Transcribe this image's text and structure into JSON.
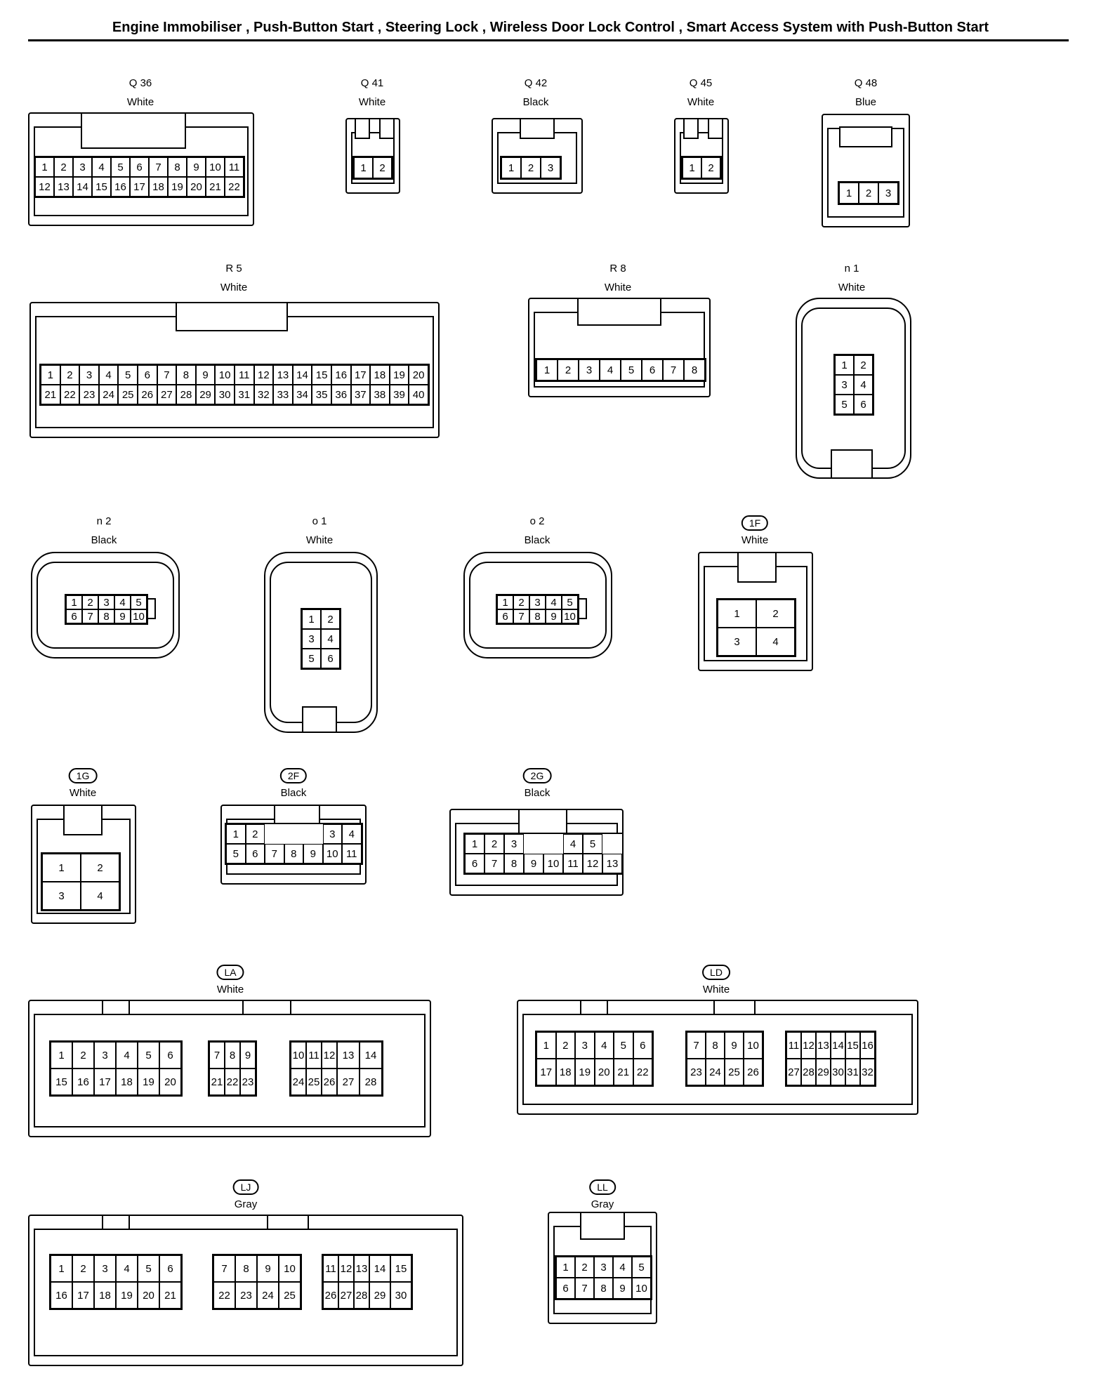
{
  "page_title": "Engine Immobiliser , Push-Button Start , Steering Lock , Wireless Door Lock Control , Smart Access System with Push-Button Start",
  "connectors": [
    {
      "id": "Q36",
      "code": "Q 36",
      "ringed": false,
      "color": "White",
      "rows": [
        [
          "1",
          "2",
          "3",
          "4",
          "5",
          "6",
          "7",
          "8",
          "9",
          "10",
          "11"
        ],
        [
          "12",
          "13",
          "14",
          "15",
          "16",
          "17",
          "18",
          "19",
          "20",
          "21",
          "22"
        ]
      ]
    },
    {
      "id": "Q41",
      "code": "Q 41",
      "ringed": false,
      "color": "White",
      "rows": [
        [
          "1",
          "2"
        ]
      ]
    },
    {
      "id": "Q42",
      "code": "Q 42",
      "ringed": false,
      "color": "Black",
      "rows": [
        [
          "1",
          "2",
          "3"
        ]
      ]
    },
    {
      "id": "Q45",
      "code": "Q 45",
      "ringed": false,
      "color": "White",
      "rows": [
        [
          "1",
          "2"
        ]
      ]
    },
    {
      "id": "Q48",
      "code": "Q 48",
      "ringed": false,
      "color": "Blue",
      "rows": [
        [
          "1",
          "2",
          "3"
        ]
      ]
    },
    {
      "id": "R5",
      "code": "R 5",
      "ringed": false,
      "color": "White",
      "rows": [
        [
          "1",
          "2",
          "3",
          "4",
          "5",
          "6",
          "7",
          "8",
          "9",
          "10",
          "11",
          "12",
          "13",
          "14",
          "15",
          "16",
          "17",
          "18",
          "19",
          "20"
        ],
        [
          "21",
          "22",
          "23",
          "24",
          "25",
          "26",
          "27",
          "28",
          "29",
          "30",
          "31",
          "32",
          "33",
          "34",
          "35",
          "36",
          "37",
          "38",
          "39",
          "40"
        ]
      ]
    },
    {
      "id": "R8",
      "code": "R 8",
      "ringed": false,
      "color": "White",
      "rows": [
        [
          "1",
          "2",
          "3",
          "4",
          "5",
          "6",
          "7",
          "8"
        ]
      ]
    },
    {
      "id": "n1",
      "code": "n 1",
      "ringed": false,
      "color": "White",
      "rows": [
        [
          "1",
          "2"
        ],
        [
          "3",
          "4"
        ],
        [
          "5",
          "6"
        ]
      ]
    },
    {
      "id": "n2",
      "code": "n 2",
      "ringed": false,
      "color": "Black",
      "rows": [
        [
          "1",
          "2",
          "3",
          "4",
          "5"
        ],
        [
          "6",
          "7",
          "8",
          "9",
          "10"
        ]
      ]
    },
    {
      "id": "o1",
      "code": "o 1",
      "ringed": false,
      "color": "White",
      "rows": [
        [
          "1",
          "2"
        ],
        [
          "3",
          "4"
        ],
        [
          "5",
          "6"
        ]
      ]
    },
    {
      "id": "o2",
      "code": "o 2",
      "ringed": false,
      "color": "Black",
      "rows": [
        [
          "1",
          "2",
          "3",
          "4",
          "5"
        ],
        [
          "6",
          "7",
          "8",
          "9",
          "10"
        ]
      ]
    },
    {
      "id": "1F",
      "code": "1F",
      "ringed": true,
      "color": "White",
      "rows": [
        [
          "1",
          "2"
        ],
        [
          "3",
          "4"
        ]
      ]
    },
    {
      "id": "1G",
      "code": "1G",
      "ringed": true,
      "color": "White",
      "rows": [
        [
          "1",
          "2"
        ],
        [
          "3",
          "4"
        ]
      ]
    },
    {
      "id": "2F",
      "code": "2F",
      "ringed": true,
      "color": "Black",
      "rows": [
        [
          "1",
          "2",
          "",
          "",
          "",
          "3",
          "4"
        ],
        [
          "5",
          "6",
          "7",
          "8",
          "9",
          "10",
          "11"
        ]
      ]
    },
    {
      "id": "2G",
      "code": "2G",
      "ringed": true,
      "color": "Black",
      "rows": [
        [
          "1",
          "2",
          "3",
          "",
          "",
          "4",
          "5"
        ],
        [
          "6",
          "7",
          "8",
          "9",
          "10",
          "11",
          "12",
          "13"
        ]
      ]
    },
    {
      "id": "LA",
      "code": "LA",
      "ringed": true,
      "color": "White",
      "groups": [
        {
          "rows": [
            [
              "1",
              "2",
              "3",
              "4",
              "5",
              "6"
            ],
            [
              "15",
              "16",
              "17",
              "18",
              "19",
              "20"
            ]
          ]
        },
        {
          "rows": [
            [
              "7",
              "8",
              "9"
            ],
            [
              "21",
              "22",
              "23"
            ]
          ]
        },
        {
          "rows": [
            [
              "10",
              "11",
              "12",
              "13",
              "14"
            ],
            [
              "24",
              "25",
              "26",
              "27",
              "28"
            ]
          ]
        }
      ]
    },
    {
      "id": "LD",
      "code": "LD",
      "ringed": true,
      "color": "White",
      "groups": [
        {
          "rows": [
            [
              "1",
              "2",
              "3",
              "4",
              "5",
              "6"
            ],
            [
              "17",
              "18",
              "19",
              "20",
              "21",
              "22"
            ]
          ]
        },
        {
          "rows": [
            [
              "7",
              "8",
              "9",
              "10"
            ],
            [
              "23",
              "24",
              "25",
              "26"
            ]
          ]
        },
        {
          "rows": [
            [
              "11",
              "12",
              "13",
              "14",
              "15",
              "16"
            ],
            [
              "27",
              "28",
              "29",
              "30",
              "31",
              "32"
            ]
          ]
        }
      ]
    },
    {
      "id": "LJ",
      "code": "LJ",
      "ringed": true,
      "color": "Gray",
      "groups": [
        {
          "rows": [
            [
              "1",
              "2",
              "3",
              "4",
              "5",
              "6"
            ],
            [
              "16",
              "17",
              "18",
              "19",
              "20",
              "21"
            ]
          ]
        },
        {
          "rows": [
            [
              "7",
              "8",
              "9",
              "10"
            ],
            [
              "22",
              "23",
              "24",
              "25"
            ]
          ]
        },
        {
          "rows": [
            [
              "11",
              "12",
              "13",
              "14",
              "15"
            ],
            [
              "26",
              "27",
              "28",
              "29",
              "30"
            ]
          ]
        }
      ]
    },
    {
      "id": "LL",
      "code": "LL",
      "ringed": true,
      "color": "Gray",
      "rows": [
        [
          "1",
          "2",
          "3",
          "4",
          "5"
        ],
        [
          "6",
          "7",
          "8",
          "9",
          "10"
        ]
      ]
    }
  ]
}
